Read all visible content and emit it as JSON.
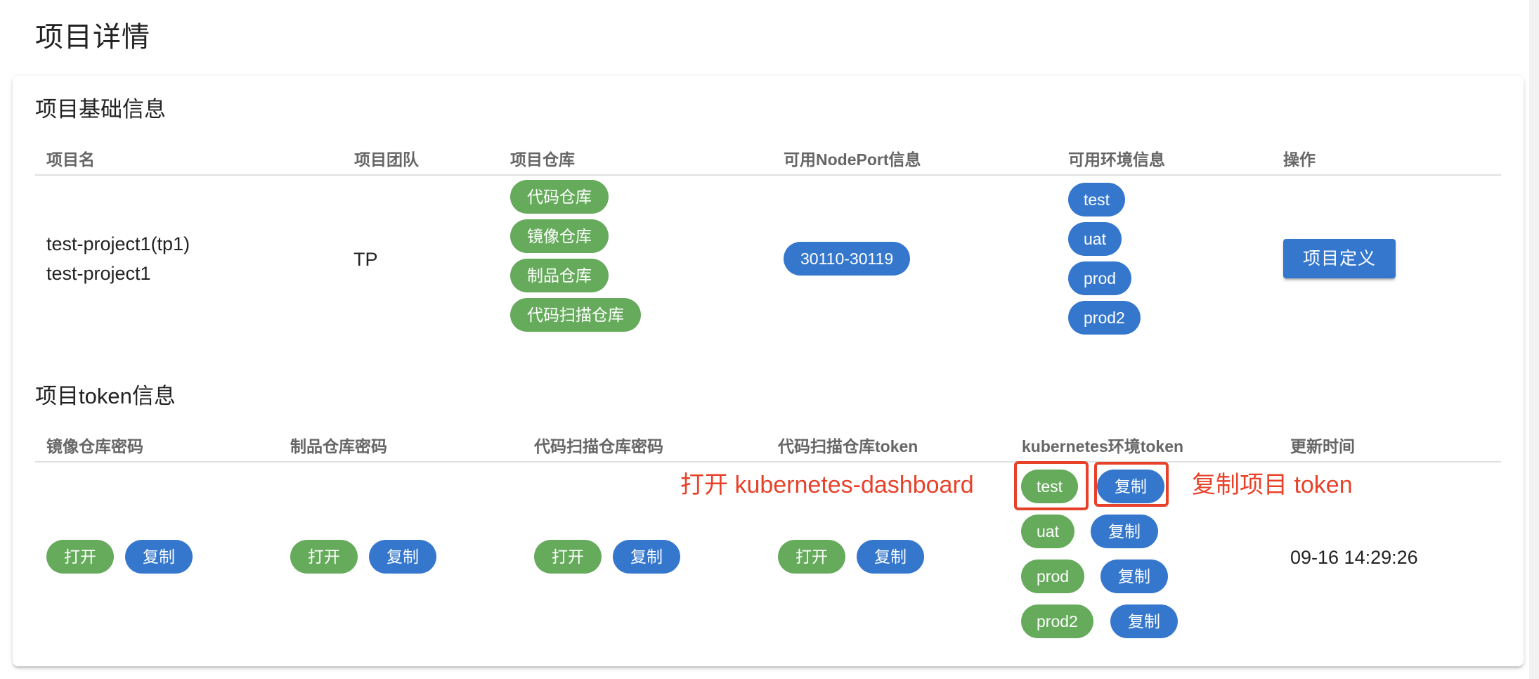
{
  "page": {
    "title": "项目详情"
  },
  "basic_info": {
    "section_title": "项目基础信息",
    "headers": [
      "项目名",
      "项目团队",
      "项目仓库",
      "可用NodePort信息",
      "可用环境信息",
      "操作"
    ],
    "project_name_line1": "test-project1(tp1)",
    "project_name_line2": "test-project1",
    "team": "TP",
    "repos": [
      "代码仓库",
      "镜像仓库",
      "制品仓库",
      "代码扫描仓库"
    ],
    "nodeport": "30110-30119",
    "environments": [
      "test",
      "uat",
      "prod",
      "prod2"
    ],
    "action_label": "项目定义"
  },
  "token_info": {
    "section_title": "项目token信息",
    "headers": [
      "镜像仓库密码",
      "制品仓库密码",
      "代码扫描仓库密码",
      "代码扫描仓库token",
      "kubernetes环境token",
      "更新时间"
    ],
    "open_label": "打开",
    "copy_label": "复制",
    "k8s_envs": [
      "test",
      "uat",
      "prod",
      "prod2"
    ],
    "updated_at": "09-16 14:29:26"
  },
  "annotations": {
    "open_dashboard": "打开 kubernetes-dashboard",
    "copy_token": "复制项目 token",
    "color": "#e8412a"
  },
  "colors": {
    "green_chip": "#66ab5c",
    "blue_chip": "#3477cd",
    "header_text": "#666666",
    "divider": "#e0e0e0"
  }
}
